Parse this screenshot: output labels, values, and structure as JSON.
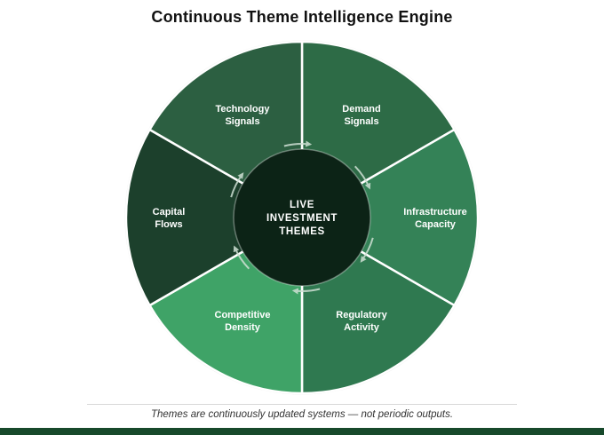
{
  "title": "Continuous Theme Intelligence Engine",
  "center": {
    "lines": [
      "LIVE",
      "INVESTMENT",
      "THEMES"
    ],
    "label": "LIVE INVESTMENT THEMES",
    "color": "#0c2316"
  },
  "chart_data": {
    "type": "pie",
    "title": "Continuous Theme Intelligence Engine",
    "center_label": "LIVE INVESTMENT THEMES",
    "segments": [
      {
        "id": "demand-signals",
        "label": "Demand Signals",
        "lines": [
          "Demand",
          "Signals"
        ],
        "value": 1,
        "color": "#2d6b46"
      },
      {
        "id": "infrastructure-capacity",
        "label": "Infrastructure Capacity",
        "lines": [
          "Infrastructure",
          "Capacity"
        ],
        "value": 1,
        "color": "#348257"
      },
      {
        "id": "regulatory-activity",
        "label": "Regulatory Activity",
        "lines": [
          "Regulatory",
          "Activity"
        ],
        "value": 1,
        "color": "#2f7950"
      },
      {
        "id": "competitive-density",
        "label": "Competitive Density",
        "lines": [
          "Competitive",
          "Density"
        ],
        "value": 1,
        "color": "#3fa367"
      },
      {
        "id": "capital-flows",
        "label": "Capital Flows",
        "lines": [
          "Capital",
          "Flows"
        ],
        "value": 1,
        "color": "#1c402c"
      },
      {
        "id": "technology-signals",
        "label": "Technology Signals",
        "lines": [
          "Technology",
          "Signals"
        ],
        "value": 1,
        "color": "#2c5f41"
      }
    ]
  },
  "colors": {
    "arrow": "#cfe0d4",
    "accent_bar": "#17492b",
    "divider": "#d9d9d9",
    "title": "#111111",
    "footer_text": "#333333",
    "segment_stroke": "#ffffff"
  },
  "footer": {
    "note": "Themes are continuously updated systems — not periodic outputs."
  }
}
